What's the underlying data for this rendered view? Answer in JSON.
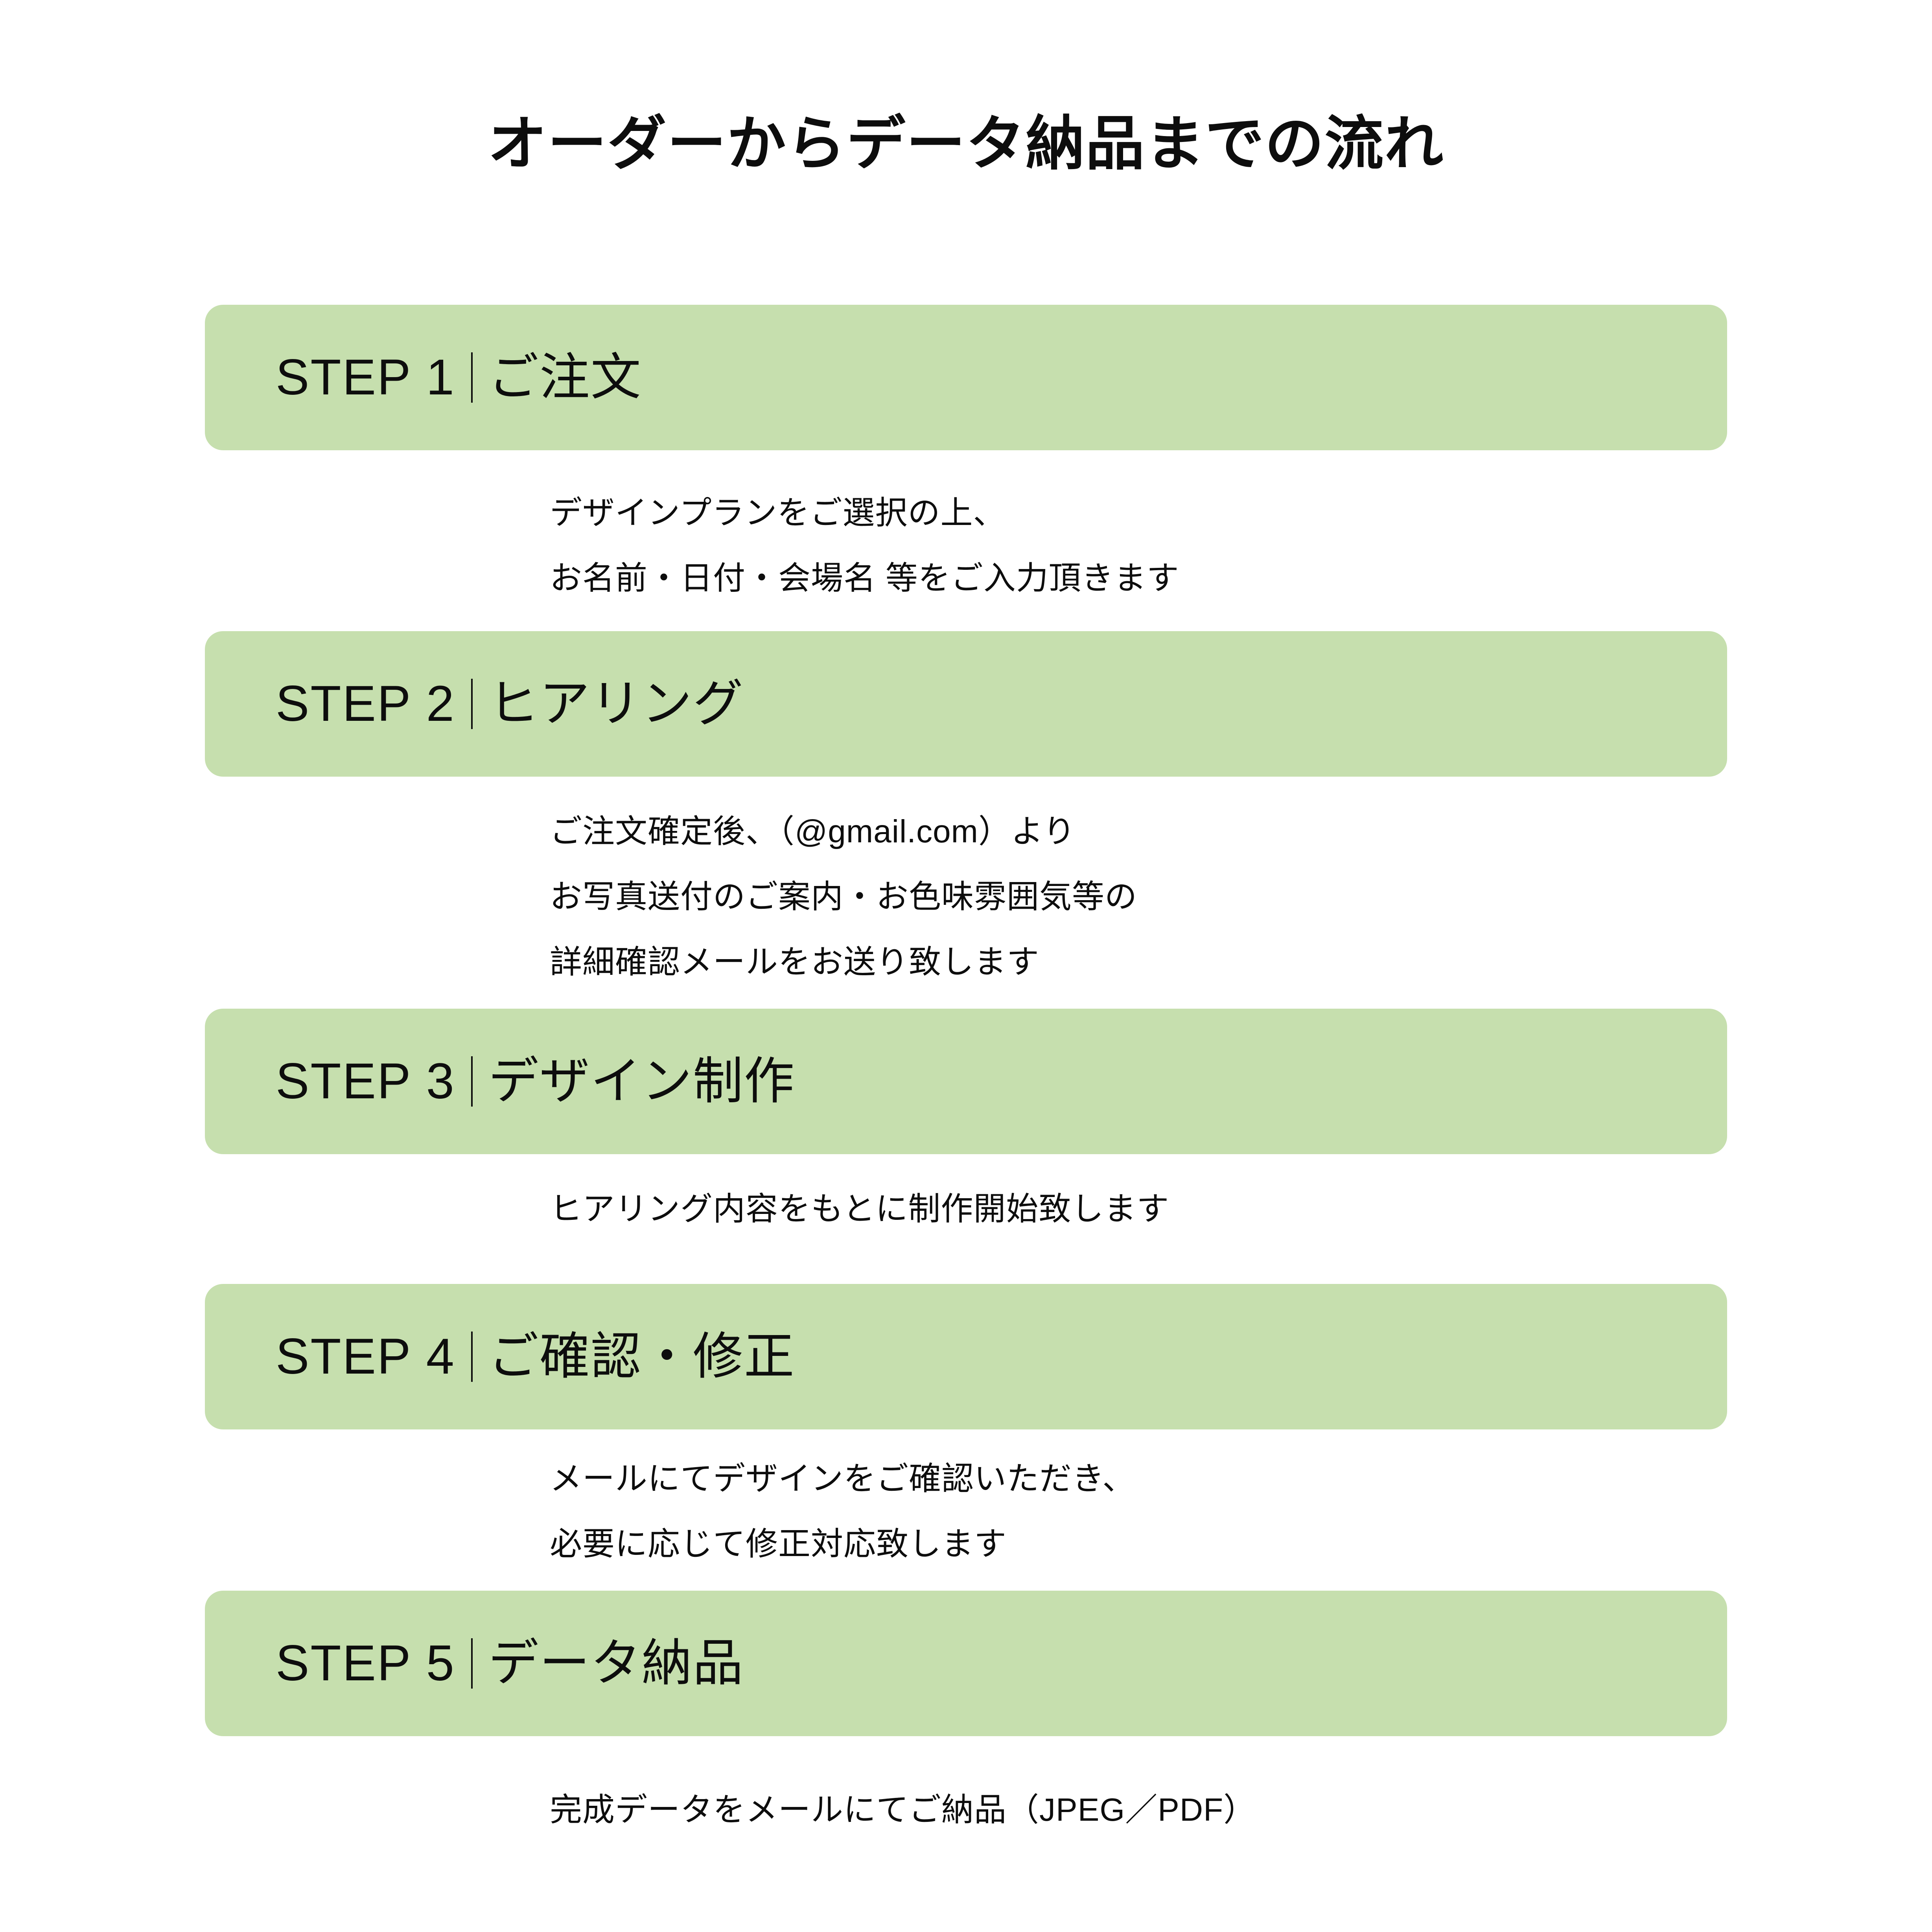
{
  "page": {
    "title": "オーダーからデータ納品までの流れ",
    "background_color": "#ffffff",
    "accent_color": "#c6dfae",
    "text_color": "#0d0d0d"
  },
  "steps": [
    {
      "number_label": "STEP 1",
      "divider": "|",
      "title": "ご注文",
      "description": "デザインプランをご選択の上、\nお名前・日付・会場名 等をご入力頂きます"
    },
    {
      "number_label": "STEP 2",
      "divider": "|",
      "title": "ヒアリング",
      "description": "ご注文確定後、（@gmail.com）より\nお写真送付のご案内・お色味雰囲気等の\n詳細確認メールをお送り致します"
    },
    {
      "number_label": "STEP 3",
      "divider": "|",
      "title": "デザイン制作",
      "description": "ヒアリング内容をもとに制作開始致します"
    },
    {
      "number_label": "STEP 4",
      "divider": "|",
      "title": "ご確認・修正",
      "description": "メールにてデザインをご確認いただき、\n必要に応じて修正対応致します"
    },
    {
      "number_label": "STEP 5",
      "divider": "|",
      "title": "データ納品",
      "description": "完成データをメールにてご納品（JPEG／PDF）"
    }
  ]
}
